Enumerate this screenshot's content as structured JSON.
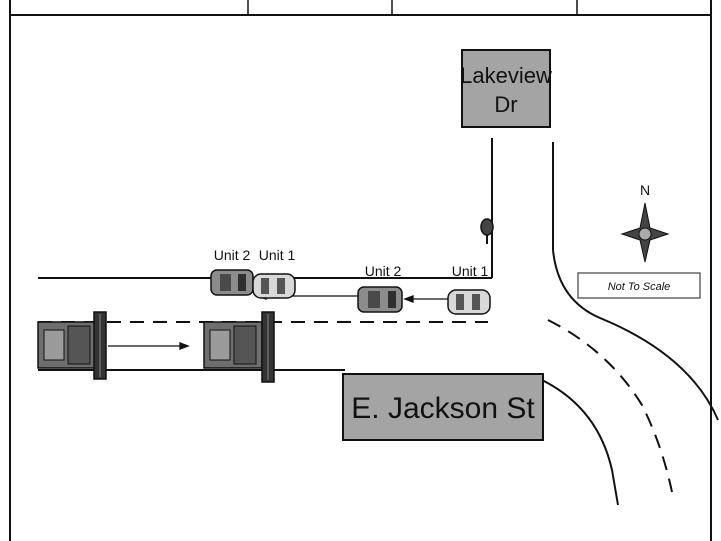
{
  "streets": {
    "lakeview": {
      "line1": "Lakeview",
      "line2": "Dr"
    },
    "jackson": "E. Jackson St"
  },
  "units": {
    "before": {
      "unit2": "Unit 2",
      "unit1": "Unit 1"
    },
    "after": {
      "unit2": "Unit 2",
      "unit1": "Unit 1"
    }
  },
  "compass": {
    "north": "N"
  },
  "scale_note": "Not To Scale",
  "colors": {
    "sign_fill": "#a4a4a4",
    "ink": "#111111",
    "car_fill": "#8c8c8c",
    "car_light": "#d8d8d8",
    "truck_fill": "#6e6e6e"
  }
}
